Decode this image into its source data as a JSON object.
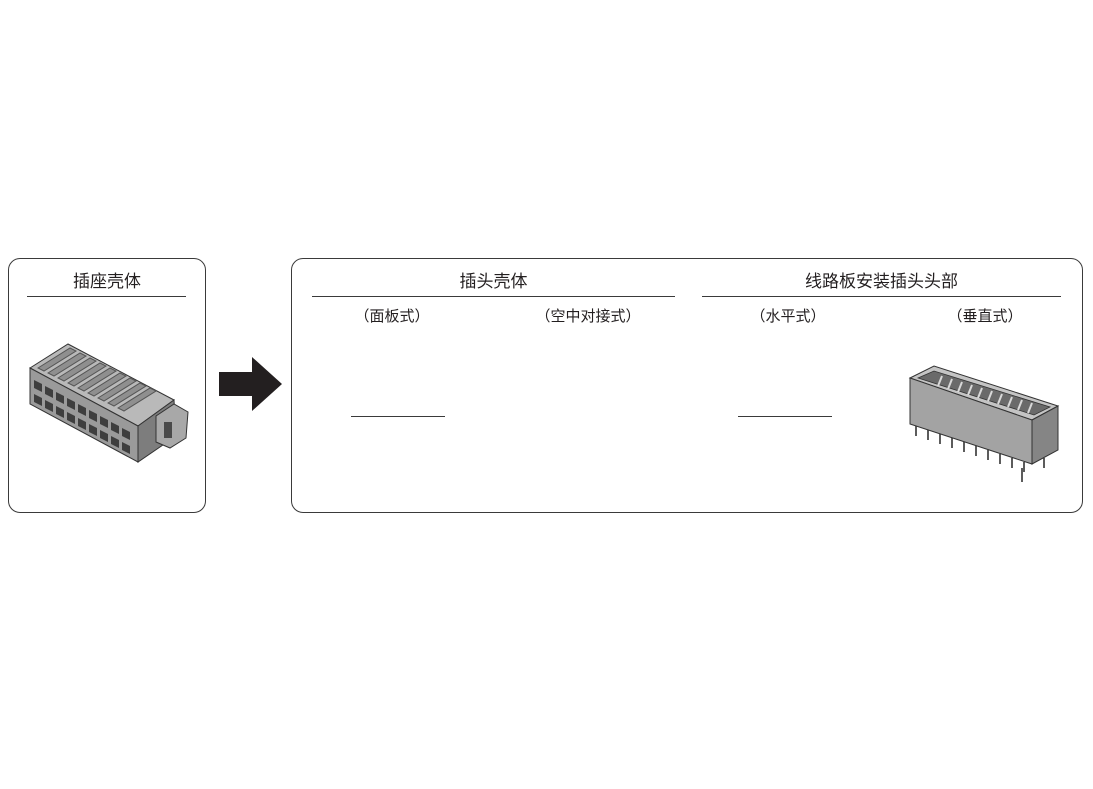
{
  "receptacle": {
    "title": "插座壳体",
    "image_icon": "receptacle-connector-icon"
  },
  "arrow_icon": "right-arrow-icon",
  "plug": {
    "title": "插头壳体",
    "panel_label": "（面板式）",
    "cable_label": "（空中对接式）"
  },
  "board_header": {
    "title": "线路板安装插头头部",
    "horizontal_label": "（水平式）",
    "vertical_label": "（垂直式）",
    "image_icon": "vertical-header-connector-icon"
  },
  "colors": {
    "border": "#3a3a3a",
    "text": "#231f20",
    "connector_body": "#9a9a9a",
    "connector_dark": "#4a4a4a"
  }
}
